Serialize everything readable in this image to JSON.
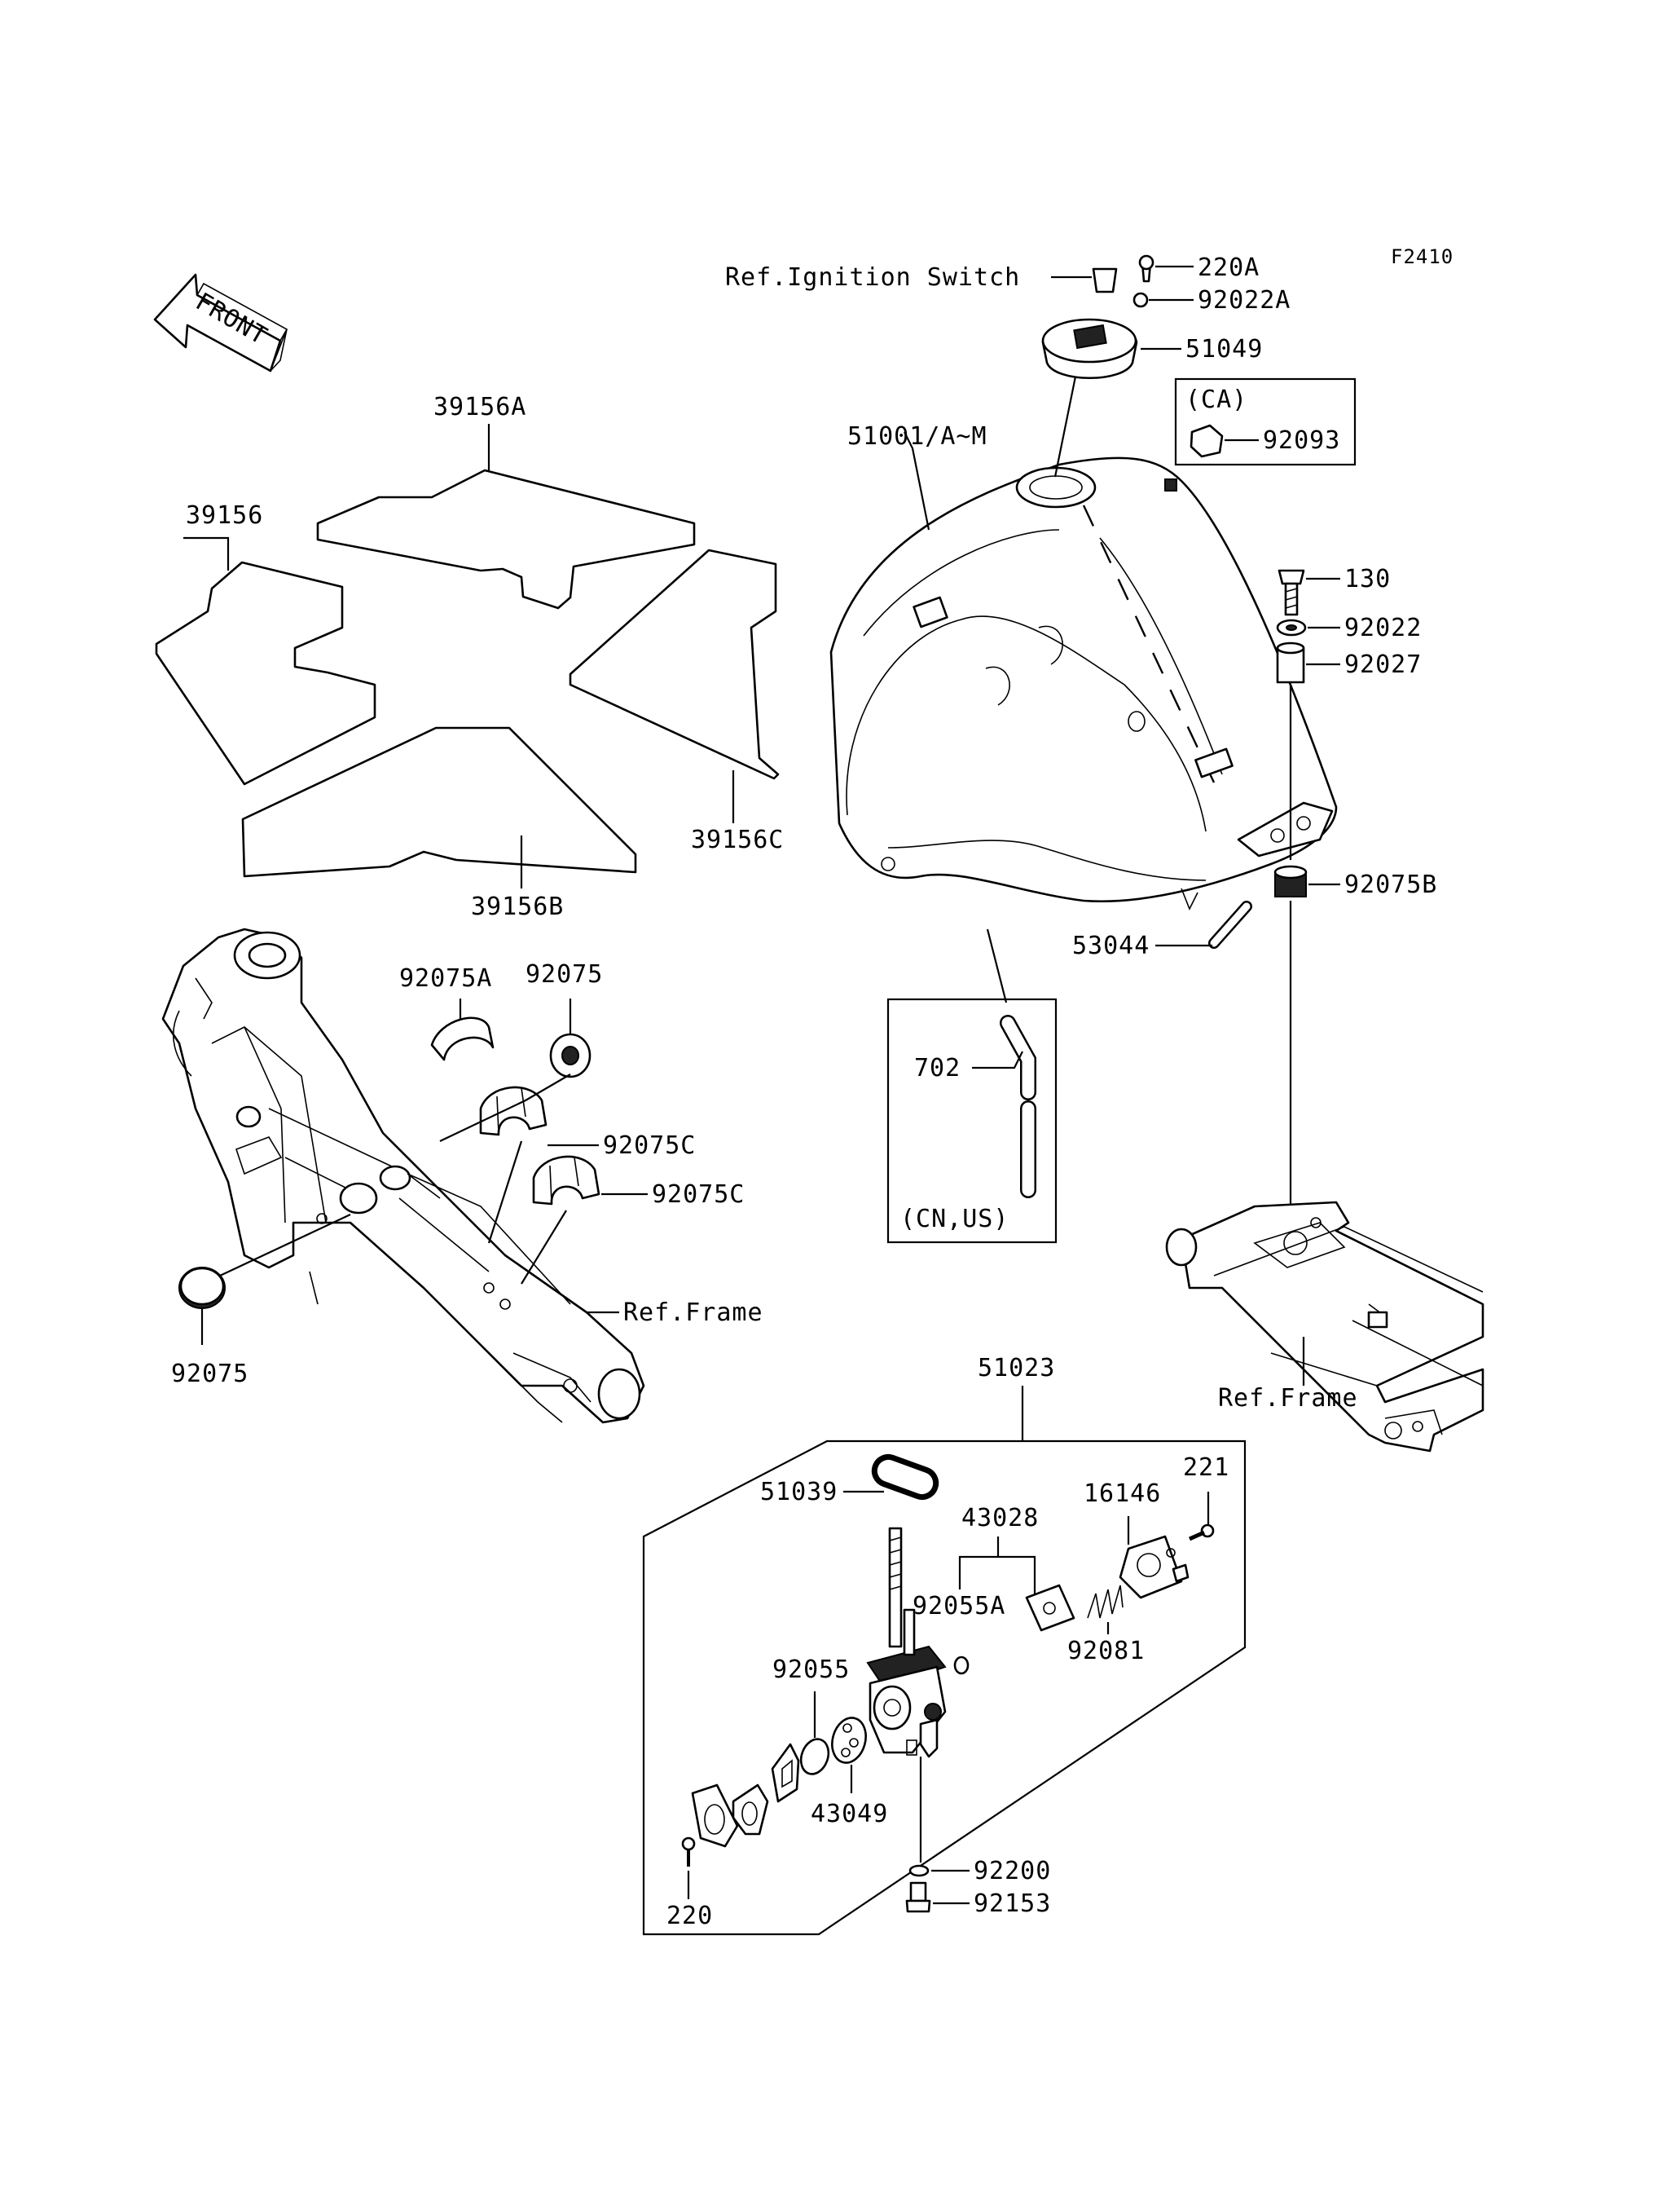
{
  "figure_code": "F2410",
  "front_label": "FRONT",
  "labels": {
    "ref_ignition_switch": "Ref.Ignition Switch",
    "p220A": "220A",
    "p92022A": "92022A",
    "p51049": "51049",
    "ca": "(CA)",
    "p92093": "92093",
    "p51001": "51001/A~M",
    "p130": "130",
    "p92022": "92022",
    "p92027": "92027",
    "p92075B": "92075B",
    "p53044": "53044",
    "p702": "702",
    "cn_us": "(CN,US)",
    "p39156A": "39156A",
    "p39156": "39156",
    "p39156C": "39156C",
    "p39156B": "39156B",
    "p92075A": "92075A",
    "p92075_top": "92075",
    "p92075C_1": "92075C",
    "p92075C_2": "92075C",
    "ref_frame_left": "Ref.Frame",
    "p92075_bottom": "92075",
    "ref_frame_right": "Ref.Frame",
    "p51023": "51023",
    "p51039": "51039",
    "p43028": "43028",
    "p16146": "16146",
    "p221": "221",
    "p92055A": "92055A",
    "p92081": "92081",
    "p92055": "92055",
    "p43049": "43049",
    "p92200": "92200",
    "p92153": "92153",
    "p220": "220"
  }
}
